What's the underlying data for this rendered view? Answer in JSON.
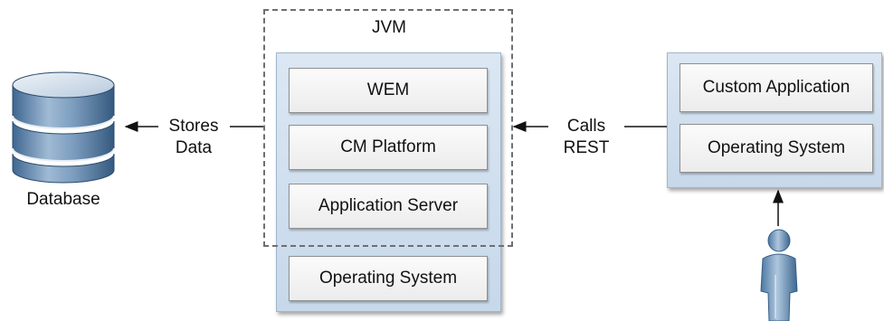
{
  "jvm": {
    "title": "JVM",
    "layers": [
      "WEM",
      "CM Platform",
      "Application Server"
    ],
    "os": "Operating System"
  },
  "database": {
    "label": "Database",
    "icon": "database-icon"
  },
  "stores_data": {
    "line1": "Stores",
    "line2": "Data"
  },
  "calls_rest": {
    "line1": "Calls",
    "line2": "REST"
  },
  "client": {
    "layers": [
      "Custom Application",
      "Operating System"
    ],
    "user_icon": "user-icon"
  },
  "colors": {
    "stack_fill": "#c6d8ea",
    "box_fill": "#ececec",
    "db_blue": "#5f86ac"
  }
}
